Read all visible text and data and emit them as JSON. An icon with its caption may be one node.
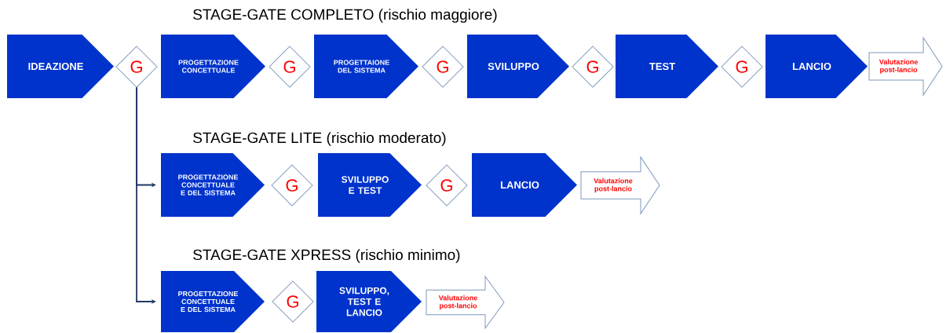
{
  "diagram": {
    "nodes": [
      {
        "text": [
          "IDEAZIONE"
        ]
      },
      {
        "text": [
          "G"
        ]
      },
      {
        "text": [
          "PROGETTAZIONE CONCETTUALE"
        ]
      },
      {
        "text": [
          "G"
        ]
      },
      {
        "text": [
          "PROGETTAIONE DEL SISTEMA"
        ]
      },
      {
        "text": [
          "G"
        ]
      },
      {
        "text": [
          "SVILUPPO"
        ]
      },
      {
        "text": [
          "G"
        ]
      },
      {
        "text": [
          "TEST"
        ]
      },
      {
        "text": [
          "G"
        ]
      },
      {
        "text": [
          "LANCIO"
        ]
      },
      {
        "text": [
          "Valutazione post-lancio"
        ]
      },
      {
        "text": [
          "PROGETTAZIONE CONCETTUALE E DEL SISTEMA"
        ]
      },
      {
        "text": [
          "G"
        ]
      },
      {
        "text": [
          "SVILUPPO E TEST"
        ]
      },
      {
        "text": [
          "G"
        ]
      },
      {
        "text": [
          "LANCIO"
        ]
      },
      {
        "text": [
          "Valutazione post-lancio"
        ]
      },
      {
        "text": [
          "PROGETTAZIONE CONCETTUALE E DEL SISTEMA"
        ]
      },
      {
        "text": [
          "G"
        ]
      },
      {
        "text": [
          "SVILUPPO, TEST E LANCIO"
        ]
      },
      {
        "text": [
          "Valutazione post-lancio"
        ]
      }
    ],
    "edges": [
      {
        "from": 1,
        "to": 12,
        "arrow": "to"
      },
      {
        "from": 1,
        "to": 18,
        "arrow": "to"
      }
    ],
    "labels": [
      "STAGE-GATE COMPLETO (rischio maggiore)",
      "STAGE-GATE LITE (rischio moderato)",
      "STAGE-GATE XPRESS (rischio minimo)"
    ]
  }
}
